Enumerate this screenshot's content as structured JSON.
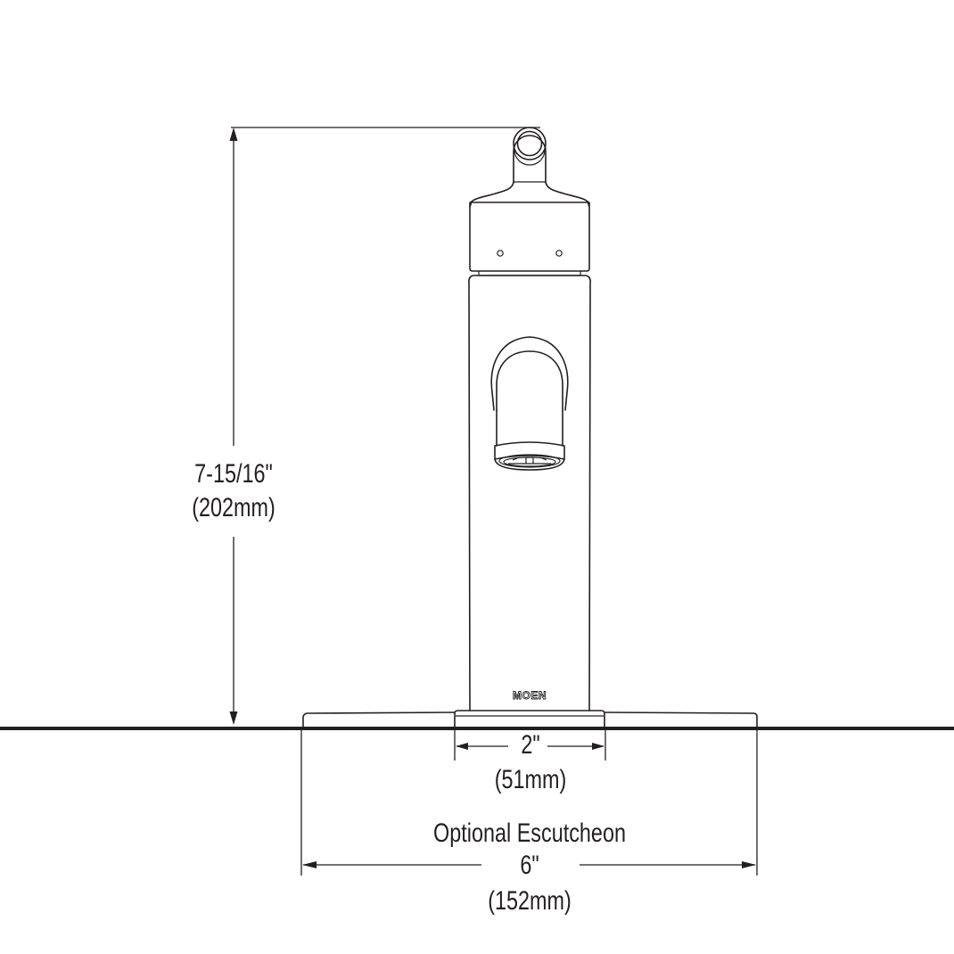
{
  "diagram": {
    "type": "technical-dimension-drawing",
    "subject": "single-handle bathroom faucet, front elevation",
    "brand_mark": "MOEN",
    "colors": {
      "ink": "#231f20",
      "background": "#ffffff"
    }
  },
  "dimensions": {
    "height": {
      "imperial": "7-15/16\"",
      "metric": "(202mm)"
    },
    "base_width": {
      "imperial": "2\"",
      "metric": "(51mm)"
    },
    "escutcheon": {
      "title": "Optional Escutcheon",
      "imperial": "6\"",
      "metric": "(152mm)"
    }
  }
}
